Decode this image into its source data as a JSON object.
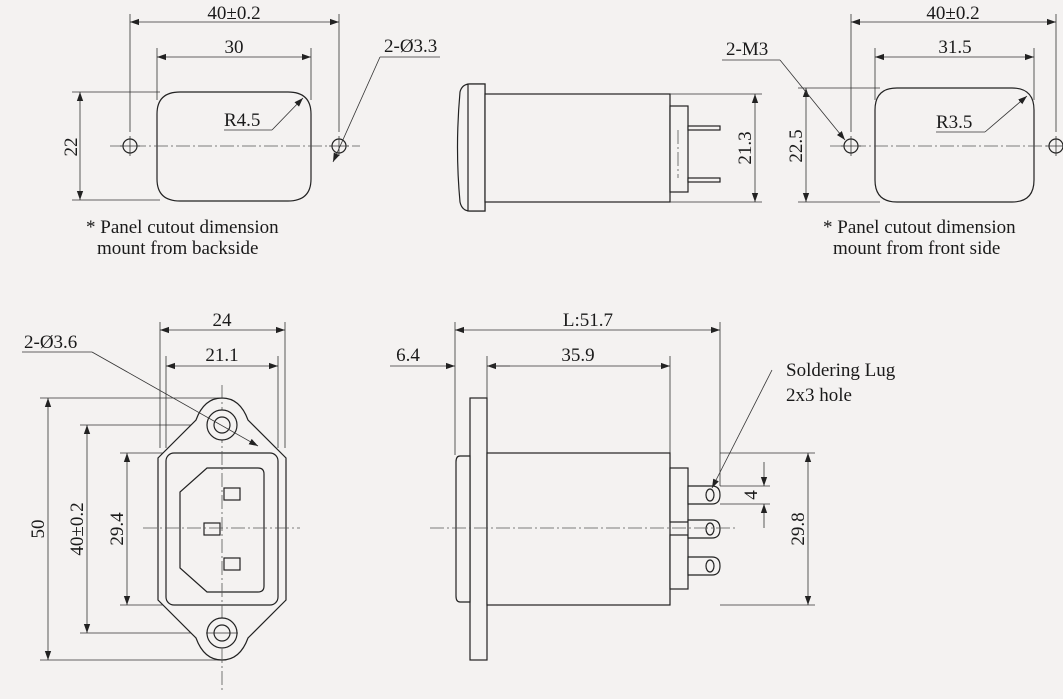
{
  "top_left": {
    "overall_width": "40±0.2",
    "cutout_width": "30",
    "height": "22",
    "corner_radius": "R4.5",
    "hole_callout": "2-Ø3.3",
    "note_line1": "* Panel cutout dimension",
    "note_line2": "mount from backside"
  },
  "top_middle": {
    "body_height": "21.3"
  },
  "top_right": {
    "overall_width": "40±0.2",
    "cutout_width": "31.5",
    "height": "22.5",
    "corner_radius": "R3.5",
    "hole_callout": "2-M3",
    "note_line1": "* Panel cutout dimension",
    "note_line2": "mount from front side"
  },
  "front_view": {
    "flange_width": "24",
    "body_width": "21.1",
    "hole_callout": "2-Ø3.6",
    "overall_height": "50",
    "hole_spacing": "40±0.2",
    "body_height": "29.4"
  },
  "side_view": {
    "overall_length": "L:51.7",
    "flange_thickness": "6.4",
    "body_length": "35.9",
    "lug_label_line1": "Soldering Lug",
    "lug_label_line2": "2x3 hole",
    "lug_pitch": "4",
    "body_height": "29.8"
  }
}
